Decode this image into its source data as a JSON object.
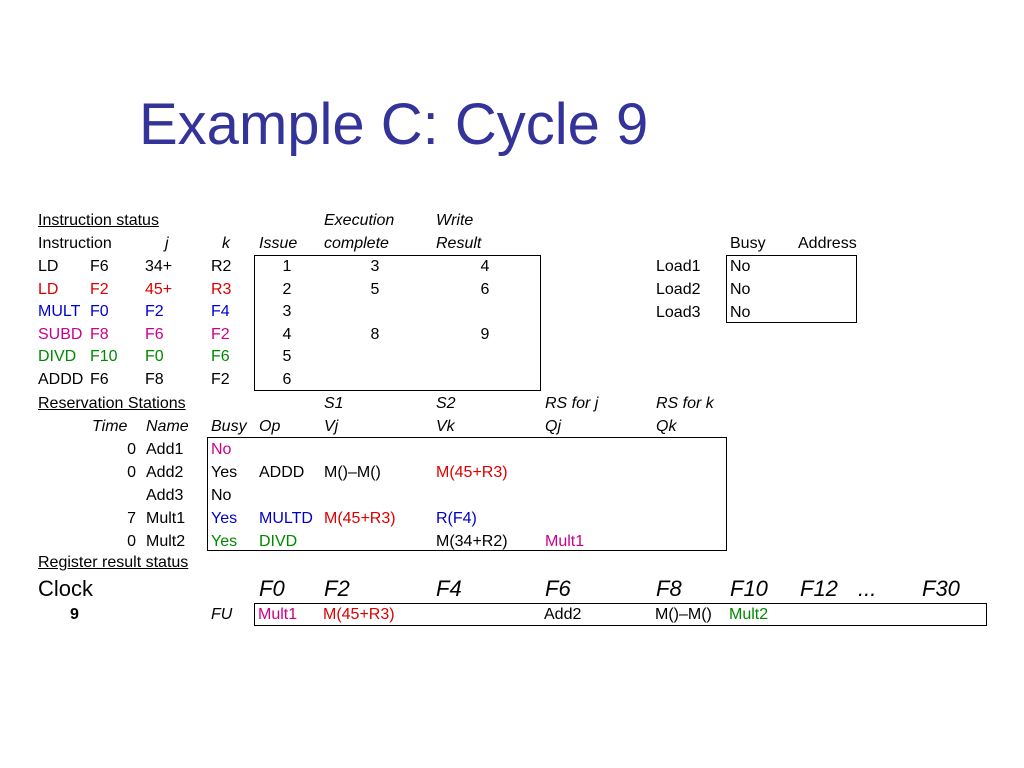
{
  "title": "Example C: Cycle 9",
  "colors": {
    "title": "#333399",
    "red": "#dd0000",
    "blue": "#0000cc",
    "magenta": "#cc0088",
    "green": "#008800",
    "black": "#000000"
  },
  "instruction_status": {
    "label": "Instruction status",
    "headers": {
      "instruction": "Instruction",
      "j": "j",
      "k": "k",
      "issue": "Issue",
      "exec_top": "Execution",
      "exec_bottom": "complete",
      "write_top": "Write",
      "write_bottom": "Result"
    },
    "rows": [
      {
        "op": "LD",
        "dest": "F6",
        "j": "34+",
        "k": "R2",
        "issue": "1",
        "exec": "3",
        "write": "4",
        "color": "#000000"
      },
      {
        "op": "LD",
        "dest": "F2",
        "j": "45+",
        "k": "R3",
        "issue": "2",
        "exec": "5",
        "write": "6",
        "color": "#dd0000"
      },
      {
        "op": "MULT",
        "dest": "F0",
        "j": "F2",
        "k": "F4",
        "issue": "3",
        "exec": "",
        "write": "",
        "color": "#0000cc"
      },
      {
        "op": "SUBD",
        "dest": "F8",
        "j": "F6",
        "k": "F2",
        "issue": "4",
        "exec": "8",
        "write": "9",
        "color": "#cc0088"
      },
      {
        "op": "DIVD",
        "dest": "F10",
        "j": "F0",
        "k": "F6",
        "issue": "5",
        "exec": "",
        "write": "",
        "color": "#008800"
      },
      {
        "op": "ADDD",
        "dest": "F6",
        "j": "F8",
        "k": "F2",
        "issue": "6",
        "exec": "",
        "write": "",
        "color": "#000000"
      }
    ]
  },
  "load_buffers": {
    "headers": {
      "busy": "Busy",
      "address": "Address"
    },
    "rows": [
      {
        "name": "Load1",
        "busy": "No",
        "address": ""
      },
      {
        "name": "Load2",
        "busy": "No",
        "address": ""
      },
      {
        "name": "Load3",
        "busy": "No",
        "address": ""
      }
    ]
  },
  "reservation_stations": {
    "label": "Reservation Stations",
    "headers_top": {
      "s1": "S1",
      "s2": "S2",
      "rsj": "RS for j",
      "rsk": "RS for k"
    },
    "headers": {
      "time": "Time",
      "name": "Name",
      "busy": "Busy",
      "op": "Op",
      "vj": "Vj",
      "vk": "Vk",
      "qj": "Qj",
      "qk": "Qk"
    },
    "rows": [
      {
        "time": "0",
        "name": "Add1",
        "busy": "No",
        "op": "",
        "vj": "",
        "vk": "",
        "qj": "",
        "qk": "",
        "busy_color": "#cc0088",
        "op_color": "#000000",
        "vj_color": "#000000",
        "vk_color": "#000000",
        "qj_color": "#000000"
      },
      {
        "time": "0",
        "name": "Add2",
        "busy": "Yes",
        "op": "ADDD",
        "vj": "M()–M()",
        "vk": "M(45+R3)",
        "qj": "",
        "qk": "",
        "busy_color": "#000000",
        "op_color": "#000000",
        "vj_color": "#000000",
        "vk_color": "#dd0000",
        "qj_color": "#000000"
      },
      {
        "time": "",
        "name": "Add3",
        "busy": "No",
        "op": "",
        "vj": "",
        "vk": "",
        "qj": "",
        "qk": "",
        "busy_color": "#000000",
        "op_color": "#000000",
        "vj_color": "#000000",
        "vk_color": "#000000",
        "qj_color": "#000000"
      },
      {
        "time": "7",
        "name": "Mult1",
        "busy": "Yes",
        "op": "MULTD",
        "vj": "M(45+R3)",
        "vk": "R(F4)",
        "qj": "",
        "qk": "",
        "busy_color": "#0000cc",
        "op_color": "#0000cc",
        "vj_color": "#dd0000",
        "vk_color": "#0000cc",
        "qj_color": "#000000"
      },
      {
        "time": "0",
        "name": "Mult2",
        "busy": "Yes",
        "op": "DIVD",
        "vj": "",
        "vk": "M(34+R2)",
        "qj": "Mult1",
        "qk": "",
        "busy_color": "#008800",
        "op_color": "#008800",
        "vj_color": "#000000",
        "vk_color": "#000000",
        "qj_color": "#cc0088"
      }
    ]
  },
  "register_status": {
    "label": "Register result status",
    "clock_label": "Clock",
    "clock_value": "9",
    "fu_label": "FU",
    "registers": [
      "F0",
      "F2",
      "F4",
      "F6",
      "F8",
      "F10",
      "F12",
      "...",
      "F30"
    ],
    "values": [
      {
        "text": "Mult1",
        "color": "#cc0088"
      },
      {
        "text": "M(45+R3)",
        "color": "#dd0000"
      },
      {
        "text": "",
        "color": "#000000"
      },
      {
        "text": "Add2",
        "color": "#000000"
      },
      {
        "text": "M()–M()",
        "color": "#000000"
      },
      {
        "text": "Mult2",
        "color": "#008800"
      },
      {
        "text": "",
        "color": "#000000"
      },
      {
        "text": "",
        "color": "#000000"
      },
      {
        "text": "",
        "color": "#000000"
      }
    ]
  }
}
